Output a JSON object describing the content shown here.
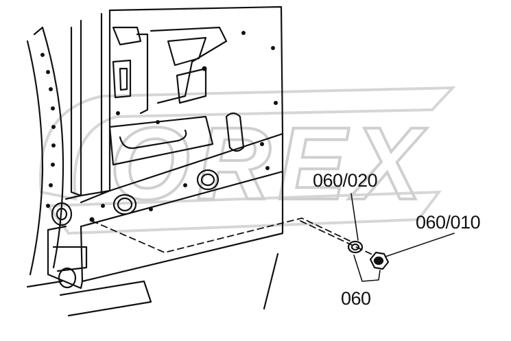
{
  "watermark": {
    "text": "OREX",
    "color": "#dcdcdc"
  },
  "callouts": {
    "part_060_020": "060/020",
    "part_060_010": "060/010",
    "part_060": "060"
  },
  "colors": {
    "line": "#111111",
    "background": "#ffffff",
    "watermark": "#dcdcdc"
  }
}
